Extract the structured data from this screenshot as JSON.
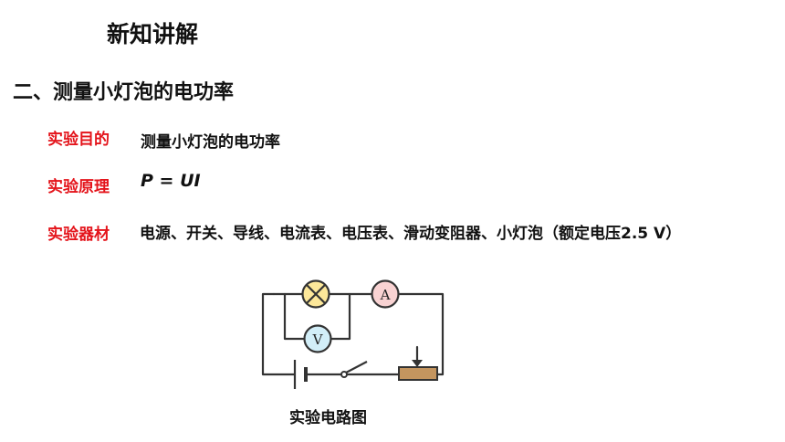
{
  "header": {
    "title": "新知讲解"
  },
  "section": {
    "title": "二、测量小灯泡的电功率"
  },
  "rows": {
    "purpose": {
      "label": "实验目的",
      "value": "测量小灯泡的电功率"
    },
    "principle": {
      "label": "实验原理",
      "value": "P = UI"
    },
    "materials": {
      "label": "实验器材",
      "value": "电源、开关、导线、电流表、电压表、滑动变阻器、小灯泡（额定电压2.5 V）"
    }
  },
  "diagram": {
    "ammeter_symbol": "A",
    "voltmeter_symbol": "V",
    "caption": "实验电路图",
    "colors": {
      "wire": "#333333",
      "lamp_fill": "#fde89a",
      "ammeter_fill": "#f9d3d3",
      "voltmeter_fill": "#d2eef8",
      "rheostat_fill": "#c4955f"
    }
  }
}
